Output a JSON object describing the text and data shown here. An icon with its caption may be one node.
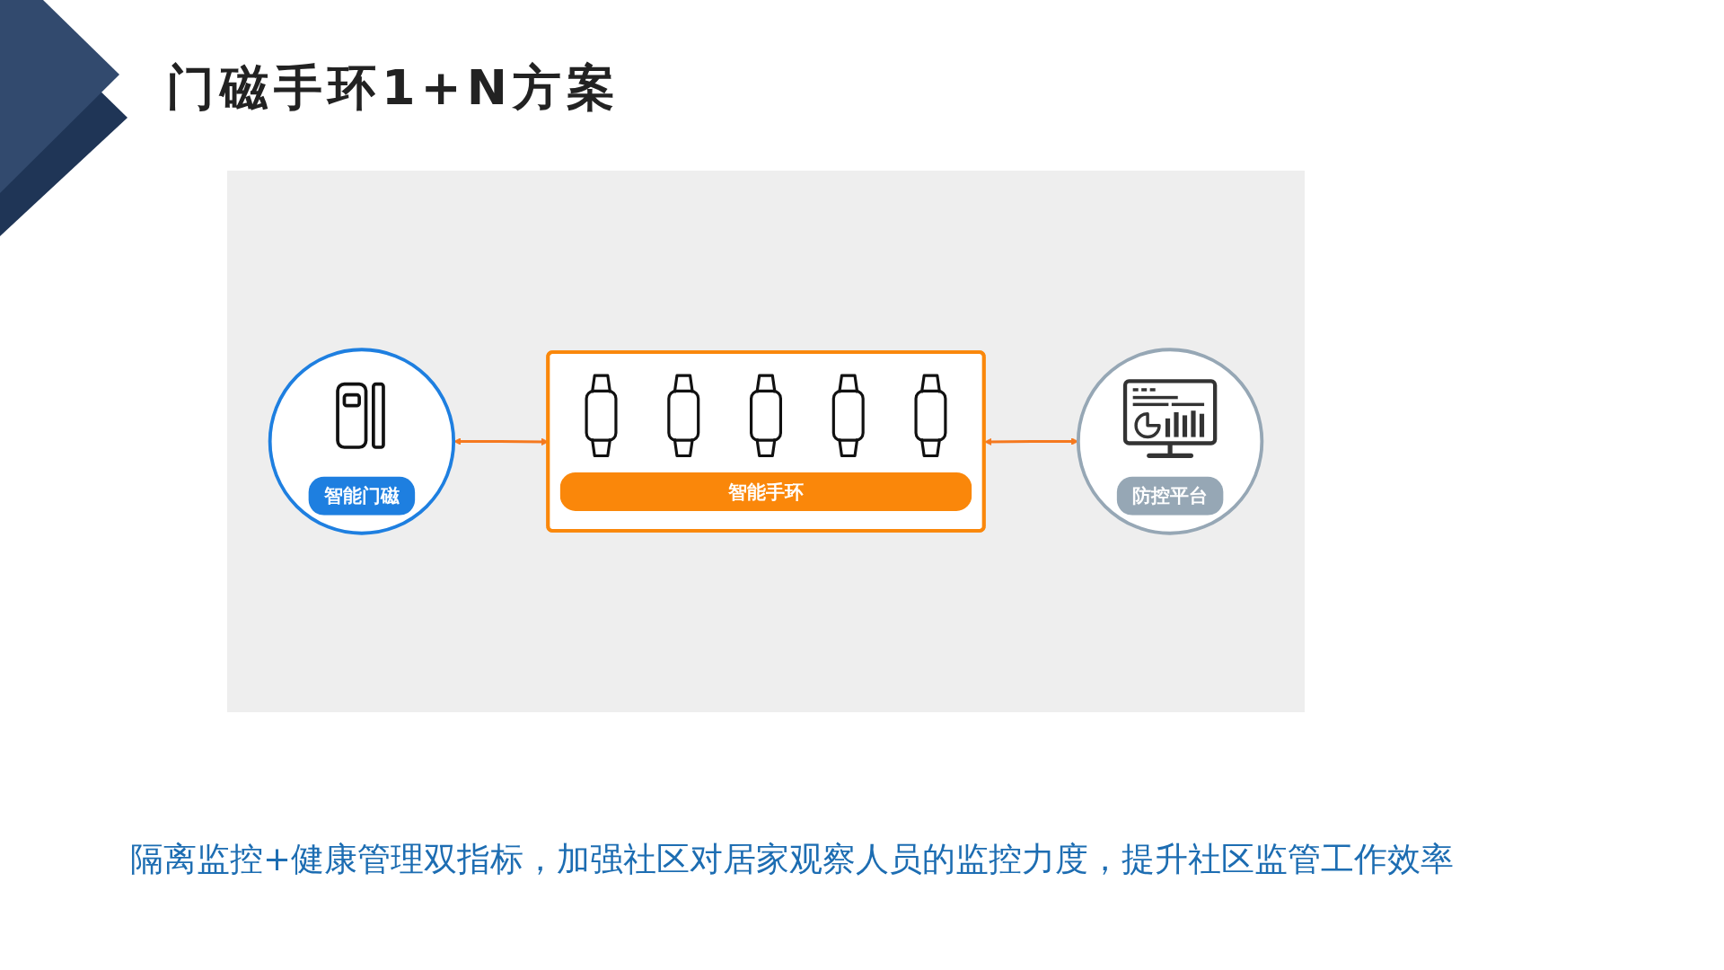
{
  "diagram": {
    "title": "门磁手环1+N方案",
    "nodes": [
      {
        "text": [
          "智能门磁"
        ]
      },
      {
        "text": [
          "智能手环"
        ]
      },
      {
        "text": [
          "防控平台"
        ]
      }
    ],
    "edges": [
      {
        "from": 0,
        "to": 1,
        "arrow": "both"
      },
      {
        "from": 1,
        "to": 2,
        "arrow": "both"
      }
    ],
    "caption": "隔离监控+健康管理双指标，加强社区对居家观察人员的监控力度，提升社区监管工作效率"
  }
}
